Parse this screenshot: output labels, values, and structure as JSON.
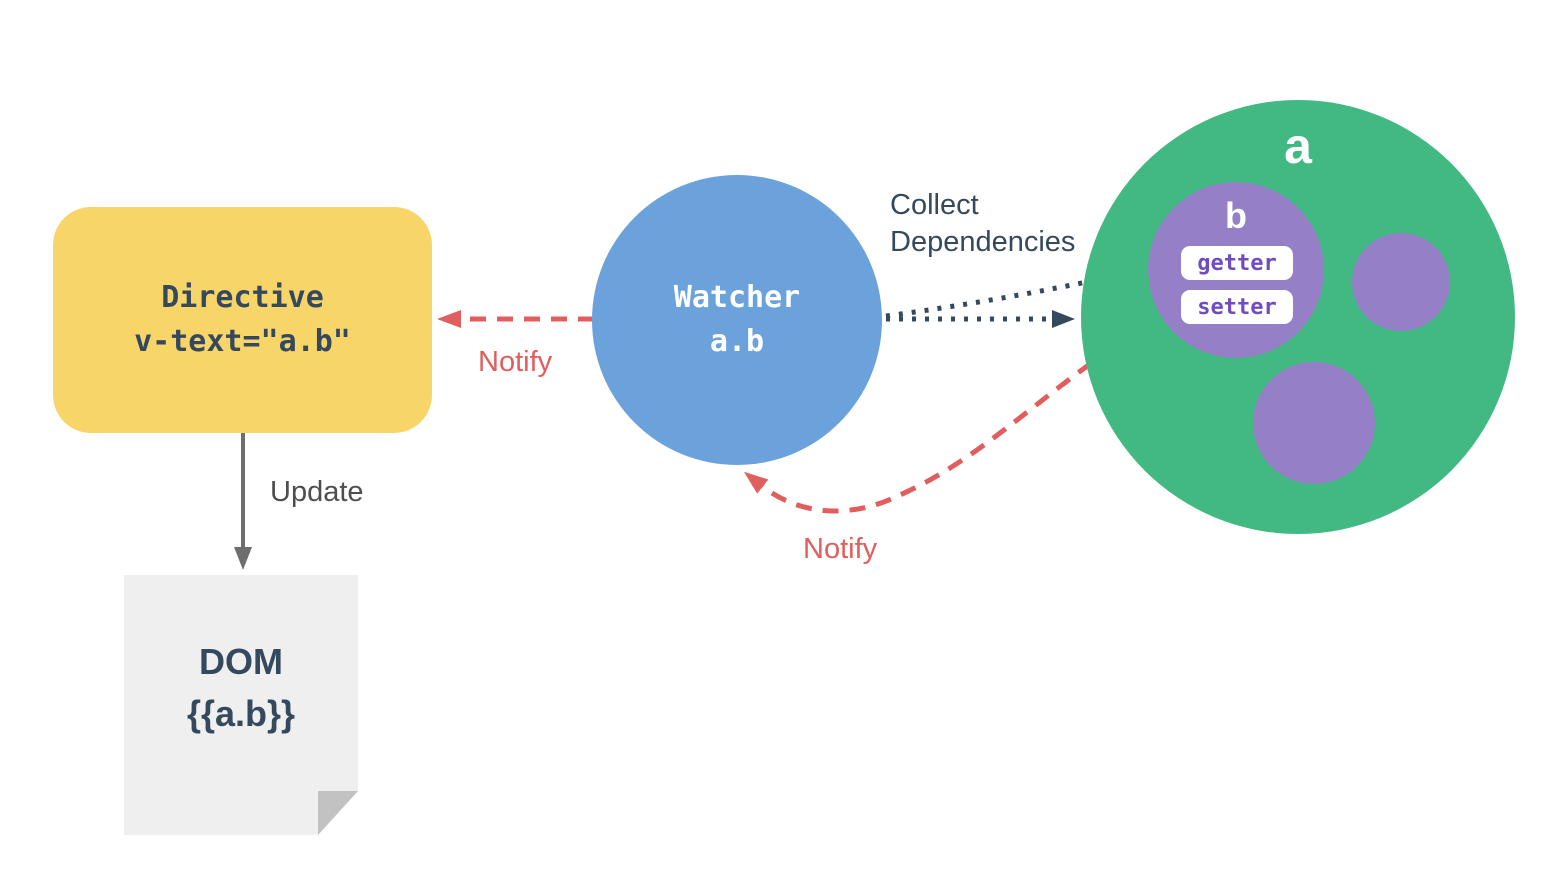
{
  "diagram": {
    "directive": {
      "title": "Directive",
      "subtitle": "v-text=\"a.b\""
    },
    "dom": {
      "title": "DOM",
      "subtitle": "{{a.b}}"
    },
    "watcher": {
      "title": "Watcher",
      "subtitle": "a.b"
    },
    "data_object": {
      "label": "a"
    },
    "nested_object": {
      "label": "b"
    },
    "getter": {
      "label": "getter"
    },
    "setter": {
      "label": "setter"
    },
    "edges": {
      "update": "Update",
      "notify_to_directive": "Notify",
      "notify_to_watcher": "Notify",
      "collect_line1": "Collect",
      "collect_line2": "Dependencies"
    },
    "colors": {
      "directive_yellow": "#F8D568",
      "watcher_blue": "#6CA2DC",
      "data_green": "#42B883",
      "object_purple": "#9580C8",
      "accessor_text_purple": "#6F4DBF",
      "navy": "#35495E",
      "notify_red": "#E15E5E",
      "update_gray": "#6E6E6E",
      "dom_page_gray": "#EFEFEF",
      "fold_gray": "#C2C2C2"
    }
  }
}
